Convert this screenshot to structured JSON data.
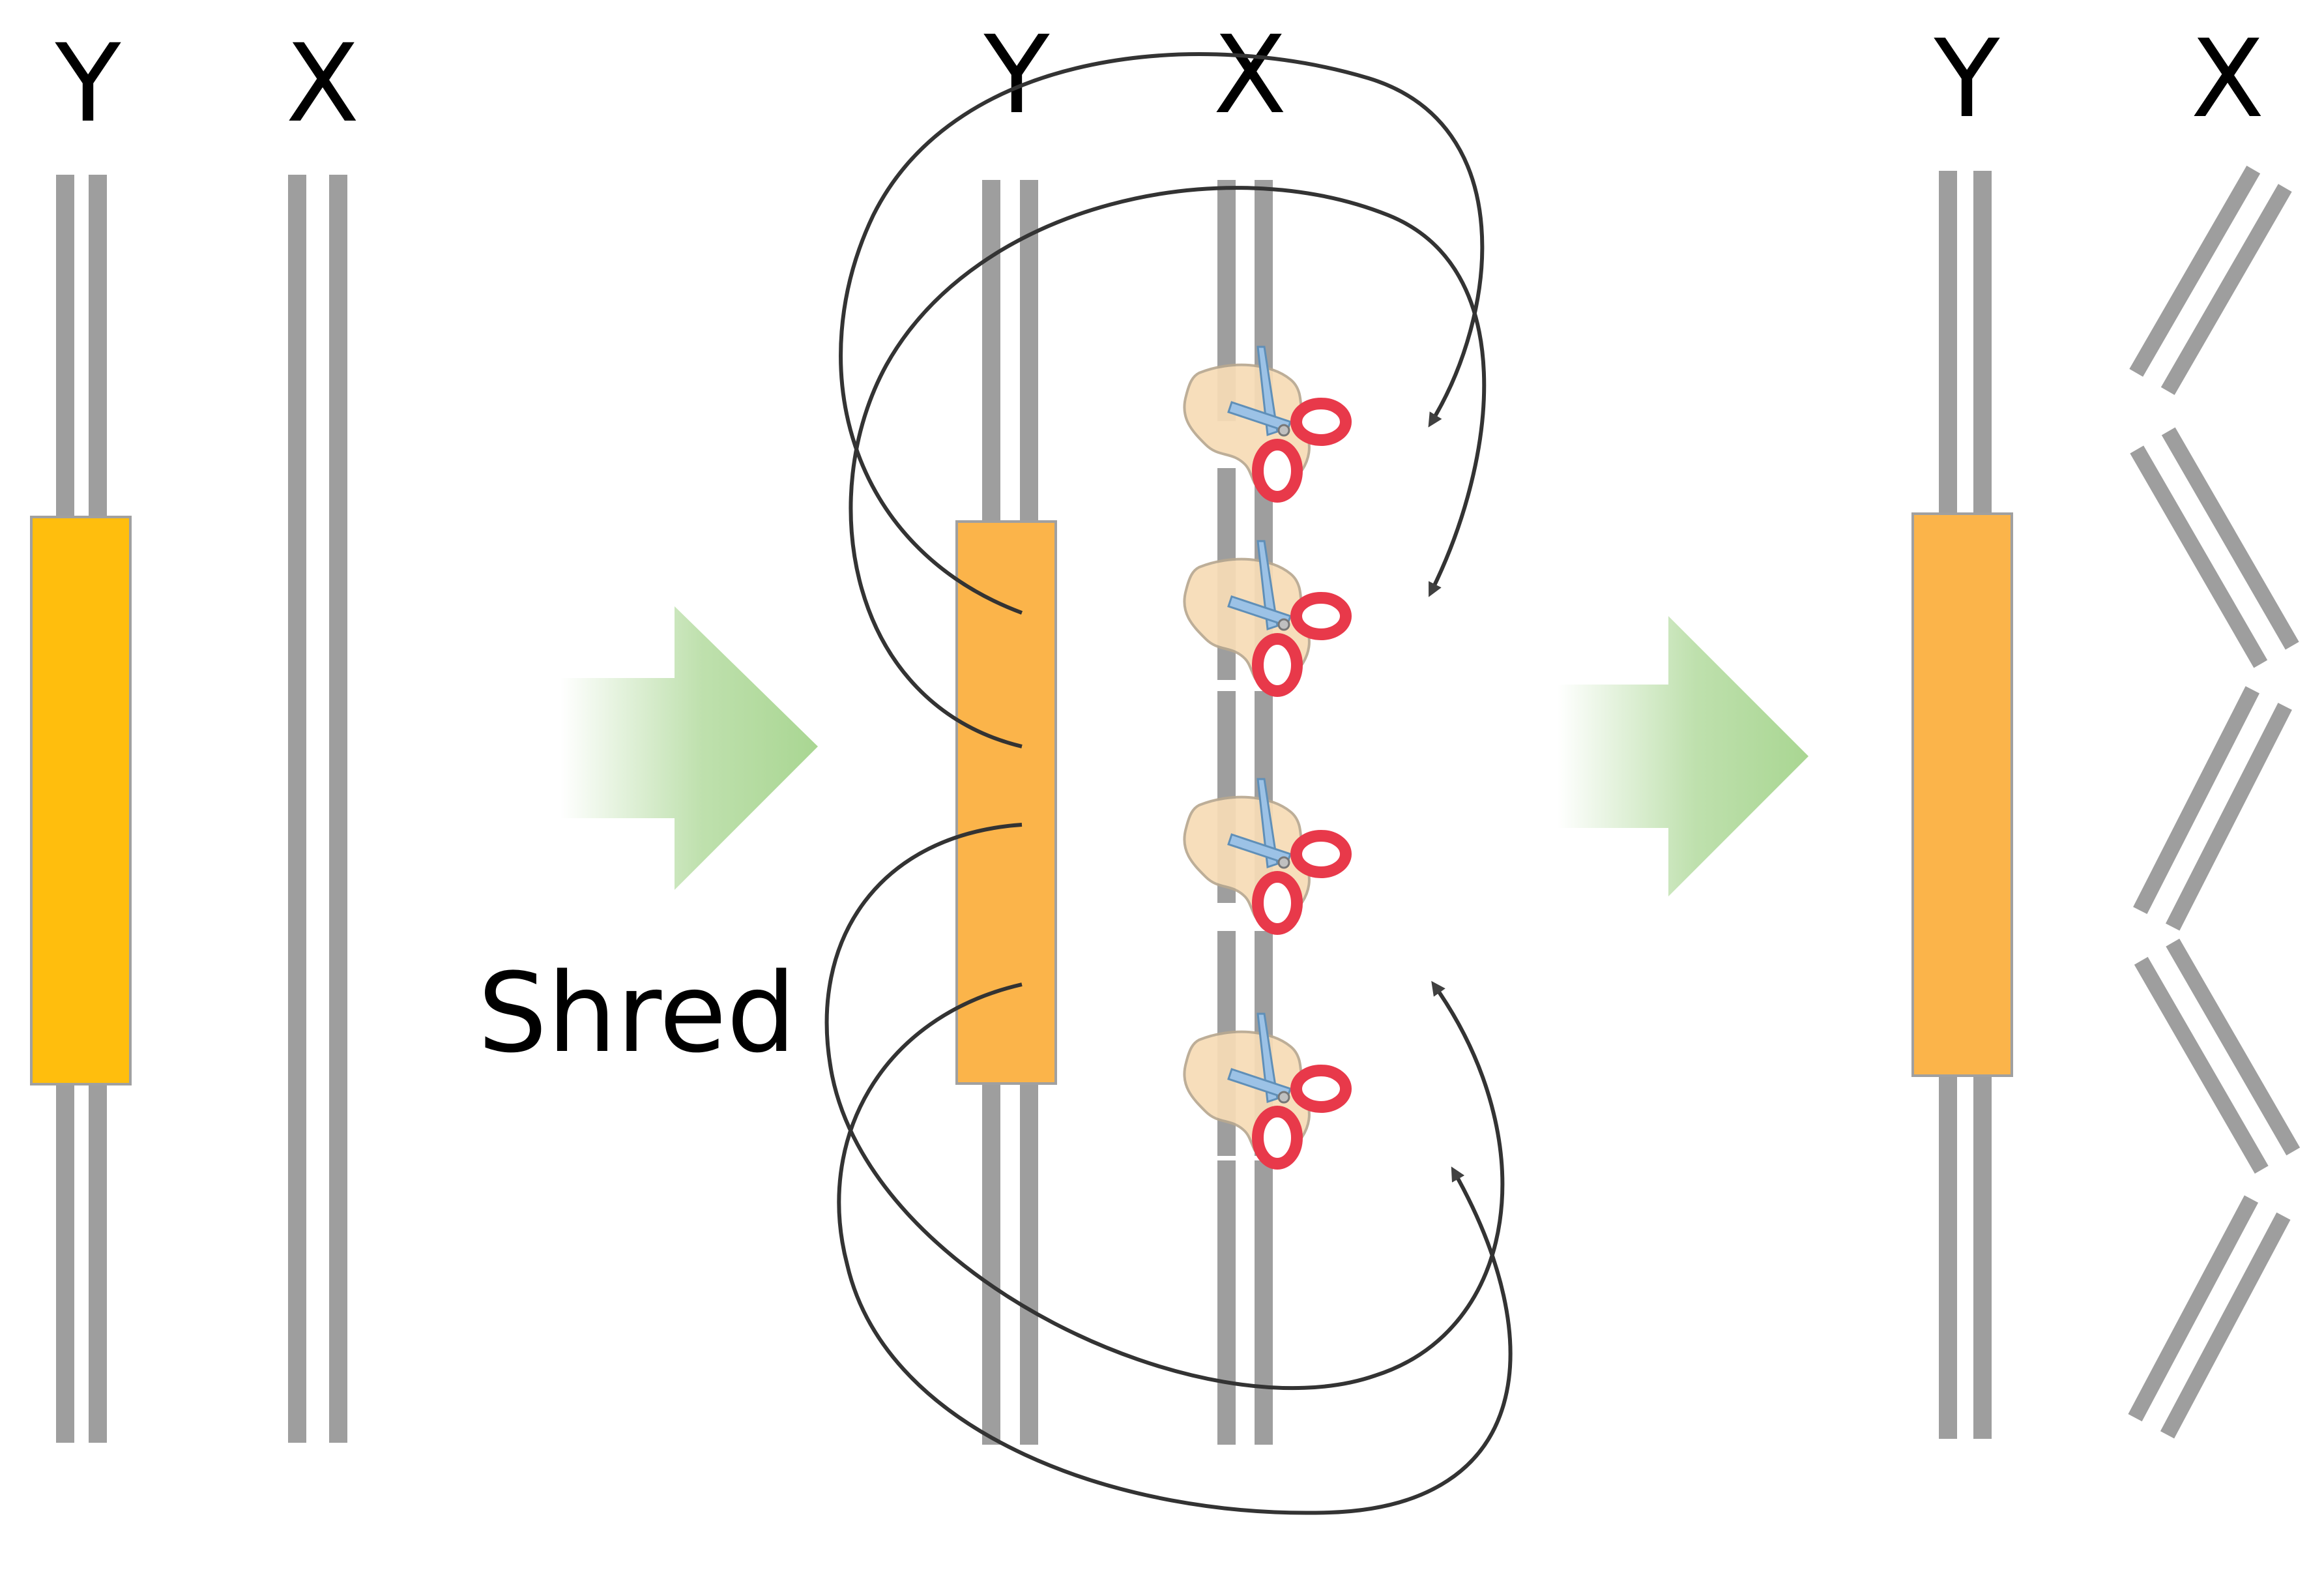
{
  "labels": {
    "stage1_y": "Y",
    "stage1_x": "X",
    "stage2_y": "Y",
    "stage2_x": "X",
    "stage3_y": "Y",
    "stage3_x": "X",
    "shred": "Shred"
  },
  "colors": {
    "strand": "#9e9e9e",
    "y_gene_block_initial": "#ffbe0d",
    "y_gene_block": "#fbb44a",
    "block_border": "#a0a0a0",
    "nuclease": "#f7dcb6",
    "scissor_handle": "#e8394a",
    "scissor_blade": "#9cc2e6",
    "loop_line": "#333333",
    "arrowhead": "#404040",
    "process_arrow": "#a9d692"
  },
  "icons": {
    "nuclease": "nuclease-blob-icon",
    "scissors": "scissors-icon",
    "process_arrow": "right-arrow-icon"
  }
}
